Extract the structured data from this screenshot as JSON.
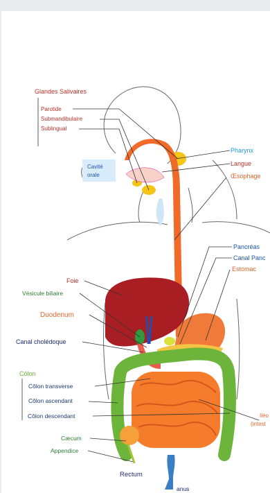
{
  "labels": {
    "glandes": "Glandes Salivaires",
    "parotide": "Parotide",
    "submandibulaire": "Submandibulaire",
    "sublingual": "Sublingual",
    "cavite1": "Cavité",
    "cavite2": "orale",
    "pharynx": "Pharynx",
    "langue": "Langue",
    "oesophage": "Œsophage",
    "pancreas": "Pancréas",
    "canal_panc": "Canal Panc",
    "estomac": "Estomac",
    "foie": "Foie",
    "vesicule": "Vésicule biliaire",
    "duodenum": "Duodenum",
    "canal_choledoque": "Canal cholédoque",
    "colon": "Côlon",
    "colon_transverse": "Côlon transverse",
    "colon_ascendant": "Côlon ascendant",
    "colon_descendant": "Côlon descendant",
    "caecum": "Cæcum",
    "appendice": "Appendice",
    "rectum": "Rectum",
    "anus": "anus",
    "ileon": "Iléo",
    "intestin": "(intest"
  },
  "colors": {
    "red_label": "#b5302a",
    "blue_label": "#1f55a8",
    "orange_label": "#e2662a",
    "green_label": "#2e7d32",
    "navy_label": "#1c2a7a",
    "oesophagus": "#f06a2a",
    "liver": "#a91e23",
    "stomach": "#f07a3a",
    "intestine": "#f47c2a",
    "colon": "#6cb53a",
    "gland": "#f5c518",
    "rectum": "#3a7fc4"
  }
}
